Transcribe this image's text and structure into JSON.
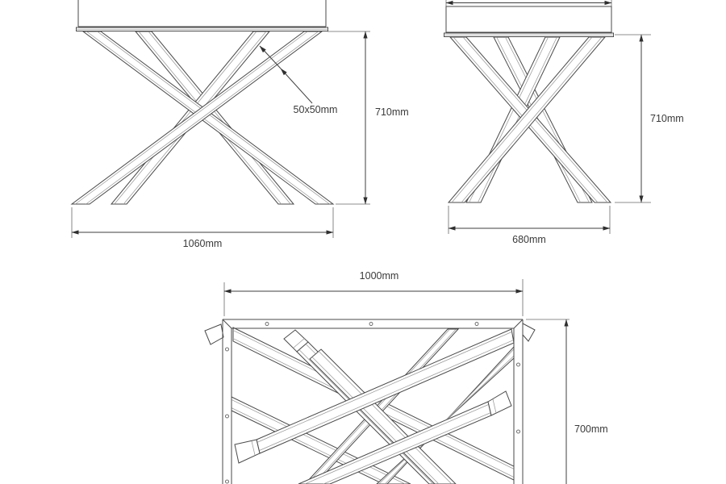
{
  "views": {
    "front_view": {
      "width_label": "1060mm",
      "height_label": "710mm",
      "tube_size_label": "50x50mm"
    },
    "side_view": {
      "width_label": "680mm",
      "height_label": "710mm"
    },
    "plan_view": {
      "width_label": "1000mm",
      "height_label": "700mm"
    }
  },
  "style": {
    "line_color": "#4a4a4a",
    "detail_line_color": "#9a9a9a",
    "text_color": "#3a3a3a",
    "arrow_color": "#2f2f2f",
    "background": "#ffffff"
  }
}
